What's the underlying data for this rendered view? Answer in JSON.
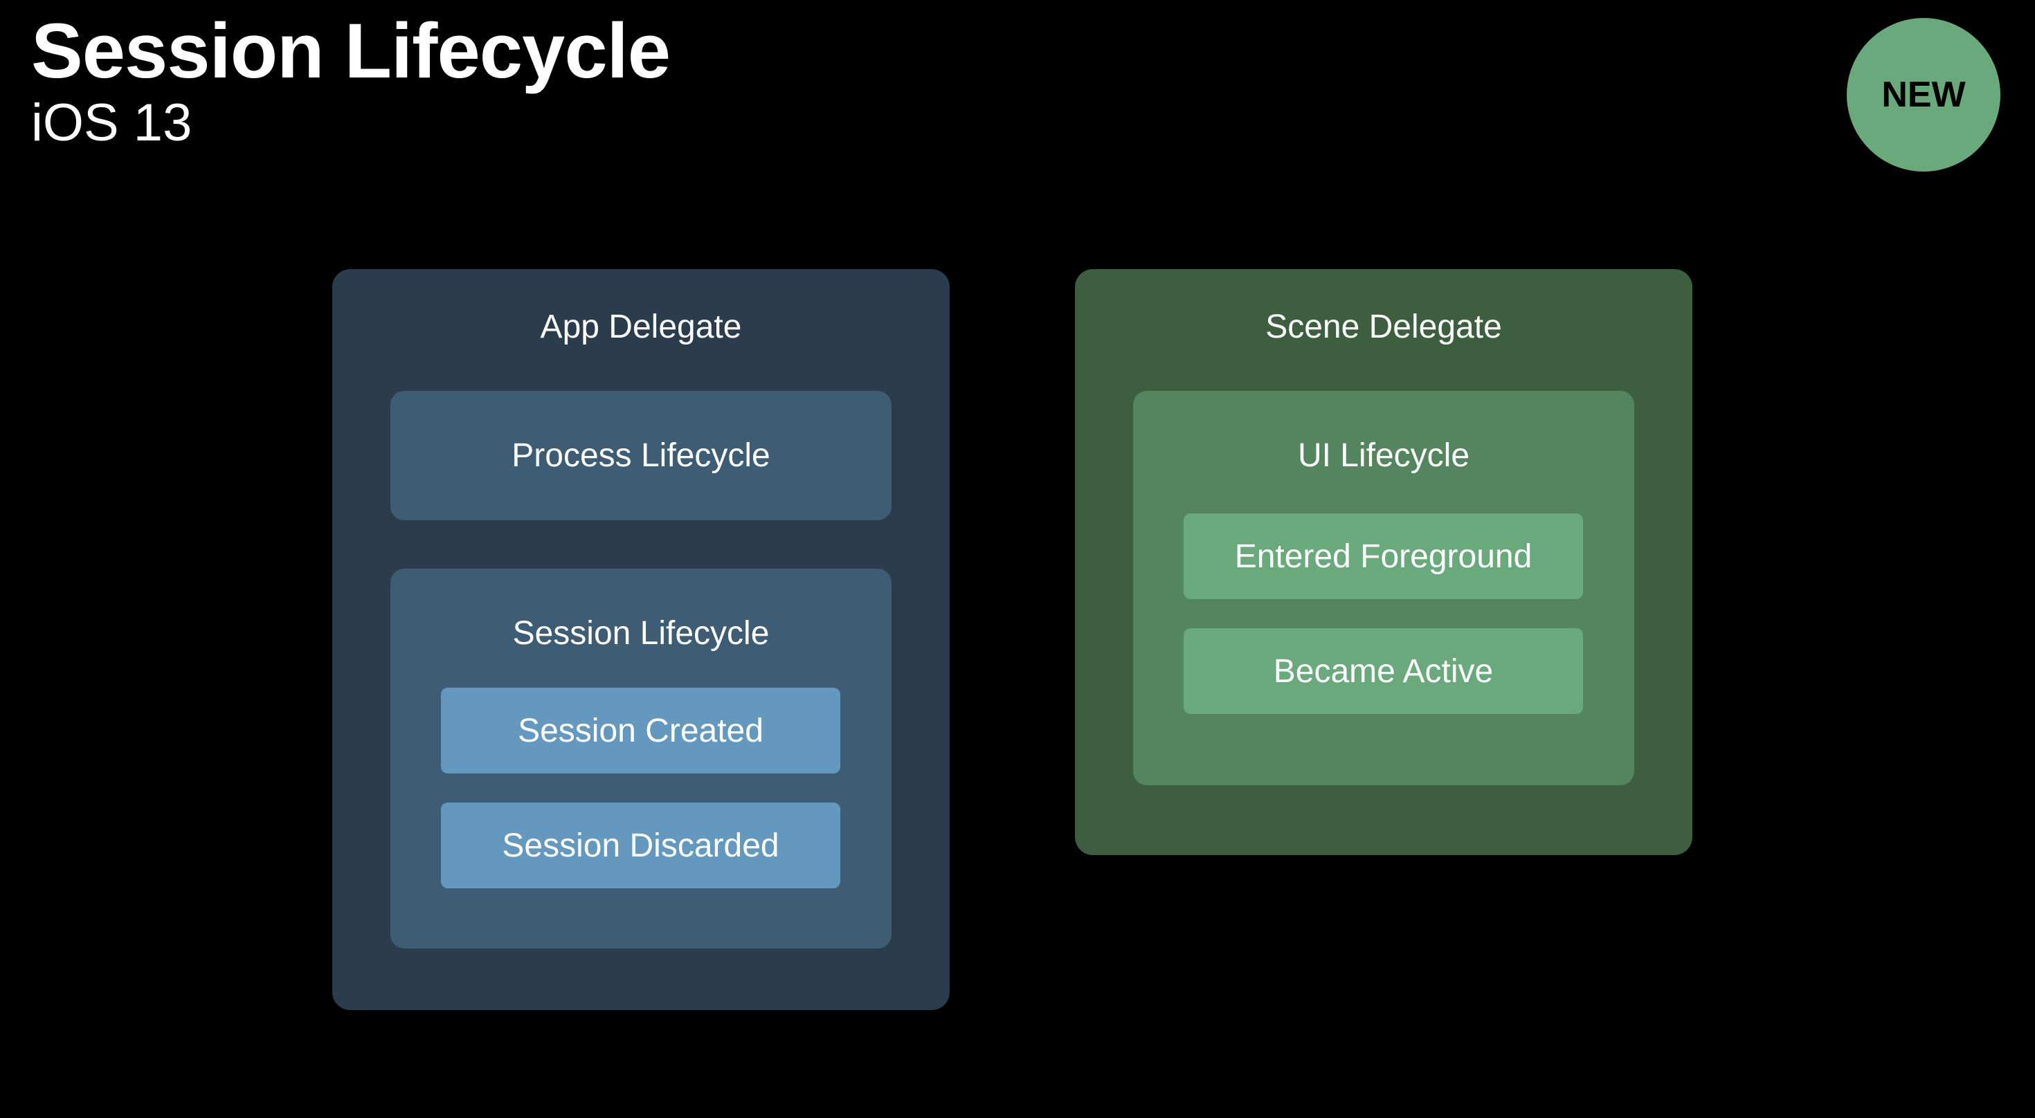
{
  "header": {
    "title": "Session Lifecycle",
    "subtitle": "iOS 13",
    "badge": "NEW"
  },
  "app_delegate": {
    "label": "App Delegate",
    "process_lifecycle": "Process Lifecycle",
    "session_lifecycle": {
      "label": "Session Lifecycle",
      "items": [
        "Session Created",
        "Session Discarded"
      ]
    }
  },
  "scene_delegate": {
    "label": "Scene Delegate",
    "ui_lifecycle": {
      "label": "UI Lifecycle",
      "items": [
        "Entered Foreground",
        "Became Active"
      ]
    }
  },
  "colors": {
    "background": "#000000",
    "badge": "#6aa97c",
    "app_panel": "#2b3d4d",
    "app_box": "#3e5c74",
    "app_pill": "#6498bf",
    "scene_panel": "#3d5f40",
    "scene_box": "#55855f",
    "scene_pill": "#6aa97c"
  }
}
